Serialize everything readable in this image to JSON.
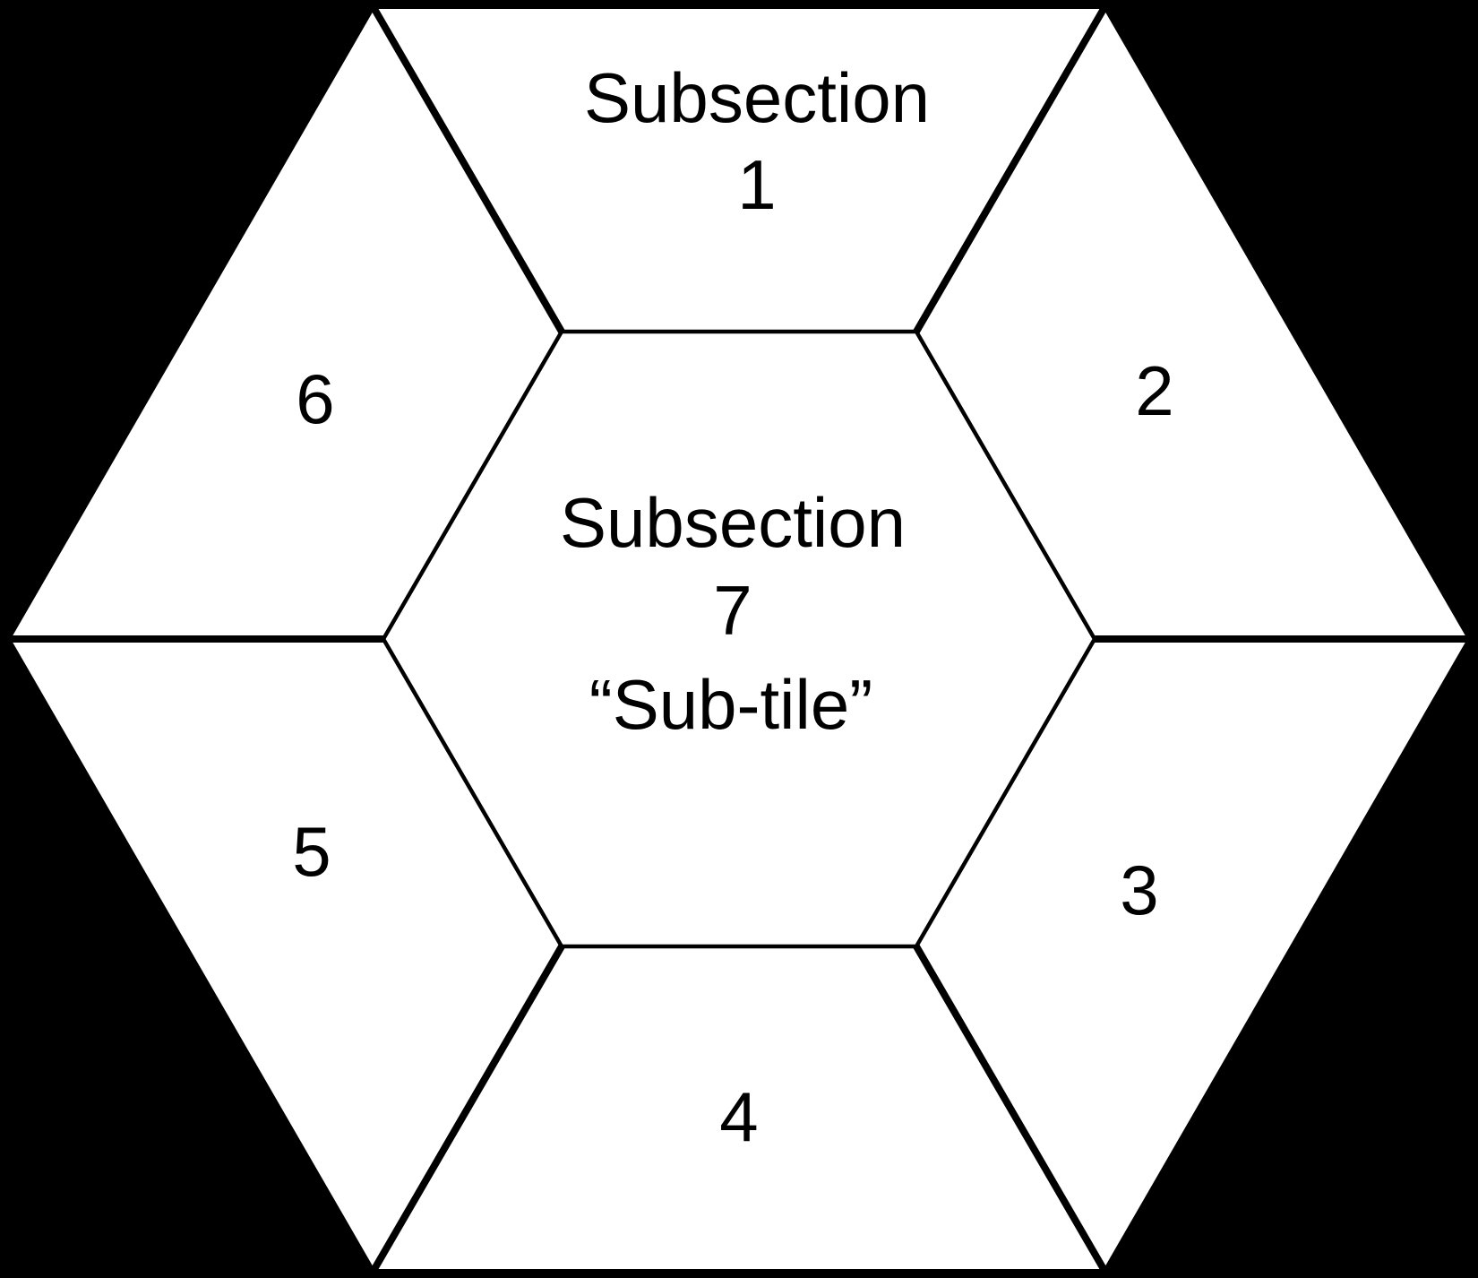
{
  "colors": {
    "background": "#000000",
    "tile": "#ffffff",
    "line": "#000000",
    "text": "#000000"
  },
  "center_tile": {
    "line1": "Subsection",
    "line2": "7",
    "line3": "“Sub-tile”"
  },
  "sections": {
    "top": {
      "line1": "Subsection",
      "line2": "1"
    },
    "upper_right": {
      "label": "2"
    },
    "lower_right": {
      "label": "3"
    },
    "bottom": {
      "label": "4"
    },
    "lower_left": {
      "label": "5"
    },
    "upper_left": {
      "label": "6"
    }
  }
}
